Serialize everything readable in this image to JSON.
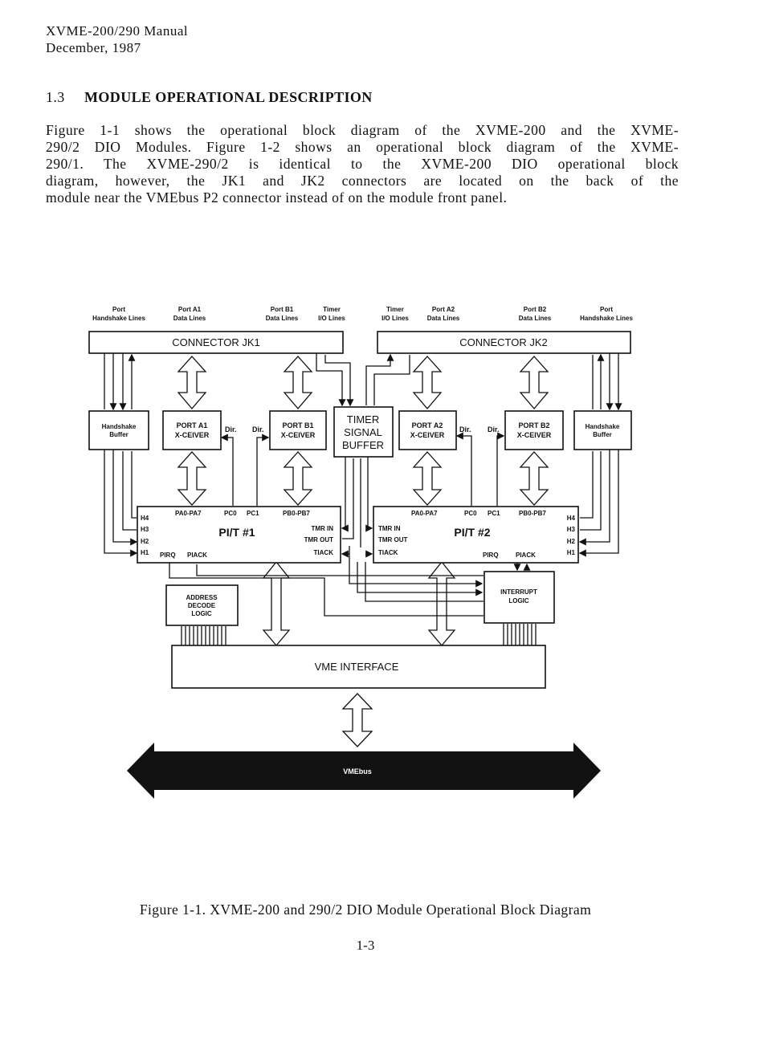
{
  "header": {
    "line1": "XVME-200/290 Manual",
    "line2": "December, 1987"
  },
  "section": {
    "number": "1.3",
    "title": "MODULE OPERATIONAL DESCRIPTION"
  },
  "paragraph_lines": [
    "Figure 1-1 shows the operational block diagram of the XVME-200 and the XVME-",
    "290/2 DIO Modules.  Figure 1-2 shows an operational block diagram of the XVME-",
    "290/1.   The XVME-290/2 is identical to the XVME-200 DIO operational block",
    "diagram, however, the JK1 and JK2 connectors are located on the back of the",
    "module near the VMEbus P2 connector instead of on the module front panel."
  ],
  "diagram": {
    "top_labels": {
      "port_hs_left_1": "Port",
      "port_hs_left_2": "Handshake Lines",
      "port_a1_1": "Port A1",
      "port_a1_2": "Data Lines",
      "port_b1_1": "Port B1",
      "port_b1_2": "Data Lines",
      "timer_l_1": "Timer",
      "timer_l_2": "I/O Lines",
      "timer_r_1": "Timer",
      "timer_r_2": "I/O Lines",
      "port_a2_1": "Port A2",
      "port_a2_2": "Data Lines",
      "port_b2_1": "Port B2",
      "port_b2_2": "Data Lines",
      "port_hs_right_1": "Port",
      "port_hs_right_2": "Handshake Lines"
    },
    "connector_jk1": "CONNECTOR JK1",
    "connector_jk2": "CONNECTOR JK2",
    "hs_buffer_1": "Handshake",
    "hs_buffer_2": "Buffer",
    "port_a1_xc_1": "PORT A1",
    "port_a1_xc_2": "X-CEIVER",
    "port_b1_xc_1": "PORT B1",
    "port_b1_xc_2": "X-CEIVER",
    "port_a2_xc_1": "PORT A2",
    "port_a2_xc_2": "X-CEIVER",
    "port_b2_xc_1": "PORT B2",
    "port_b2_xc_2": "X-CEIVER",
    "dir": "Dir.",
    "timer_buf_1": "TIMER",
    "timer_buf_2": "SIGNAL",
    "timer_buf_3": "BUFFER",
    "pit1": {
      "title": "PI/T #1",
      "pa": "PA0-PA7",
      "pc0": "PC0",
      "pc1": "PC1",
      "pb": "PB0-PB7",
      "h4": "H4",
      "h3": "H3",
      "h2": "H2",
      "h1": "H1",
      "tmr_in": "TMR IN",
      "tmr_out": "TMR OUT",
      "tiack": "TIACK",
      "pirq": "PIRQ",
      "piack": "PIACK"
    },
    "pit2": {
      "title": "PI/T #2",
      "pa": "PA0-PA7",
      "pc0": "PC0",
      "pc1": "PC1",
      "pb": "PB0-PB7",
      "h4": "H4",
      "h3": "H3",
      "h2": "H2",
      "h1": "H1",
      "tmr_in": "TMR IN",
      "tmr_out": "TMR OUT",
      "tiack": "TIACK",
      "pirq": "PIRQ",
      "piack": "PIACK"
    },
    "addr_decode_1": "ADDRESS",
    "addr_decode_2": "DECODE",
    "addr_decode_3": "LOGIC",
    "interrupt_1": "INTERRUPT",
    "interrupt_2": "LOGIC",
    "vme_interface": "VME INTERFACE",
    "vmebus": "VMEbus"
  },
  "caption": "Figure 1-1.  XVME-200 and 290/2 DIO Module Operational Block Diagram",
  "page_number": "1-3"
}
